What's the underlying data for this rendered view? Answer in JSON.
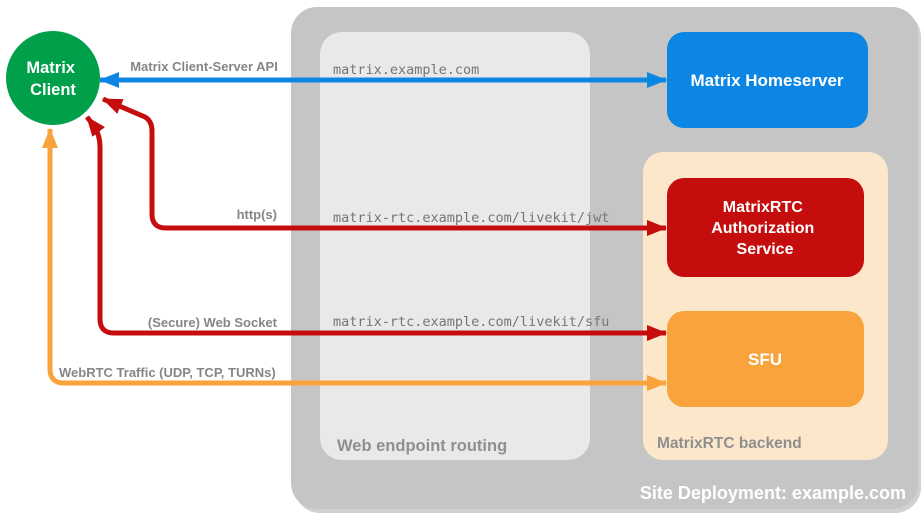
{
  "client": {
    "lines": [
      "Matrix",
      "Client"
    ]
  },
  "homeserver": {
    "label": "Matrix Homeserver"
  },
  "auth_service": {
    "lines": [
      "MatrixRTC",
      "Authorization",
      "Service"
    ]
  },
  "sfu": {
    "label": "SFU"
  },
  "routing": {
    "title": "Web endpoint routing",
    "endpoints": [
      "matrix.example.com",
      "matrix-rtc.example.com/livekit/jwt",
      "matrix-rtc.example.com/livekit/sfu"
    ]
  },
  "backend": {
    "title": "MatrixRTC backend"
  },
  "site": {
    "label": "Site Deployment: example.com"
  },
  "arrows": {
    "client_server_api": {
      "label": "Matrix Client-Server API"
    },
    "https": {
      "label": "http(s)"
    },
    "websocket": {
      "label": "(Secure) Web Socket"
    },
    "webrtc": {
      "label": "WebRTC Traffic (UDP, TCP, TURNs)"
    }
  },
  "colors": {
    "client_green": "#00A04B",
    "homeserver_blue": "#0C86E4",
    "auth_red": "#C50D0D",
    "sfu_orange": "#F9A33C",
    "backend_cream": "#FCE7CB",
    "routing_gray": "#E9E9E9",
    "container_gray": "#C5C5C5",
    "label_gray": "#868686"
  }
}
